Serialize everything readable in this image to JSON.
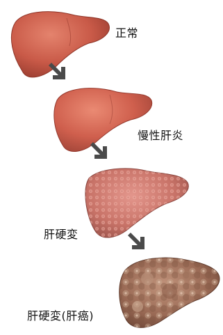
{
  "stages": [
    {
      "label": "正常",
      "condition": "normal",
      "color": "#c95a48"
    },
    {
      "label": "慢性肝炎",
      "condition": "hepatitis",
      "color": "#cf5f4d"
    },
    {
      "label": "肝硬変",
      "condition": "cirrhosis",
      "color": "#c87368"
    },
    {
      "label": "肝硬変(肝癌)",
      "condition": "cancer",
      "color": "#9a6a55"
    }
  ],
  "arrow_color": "#4a4a4a",
  "arrow_icon": "arrow-down-right-icon"
}
